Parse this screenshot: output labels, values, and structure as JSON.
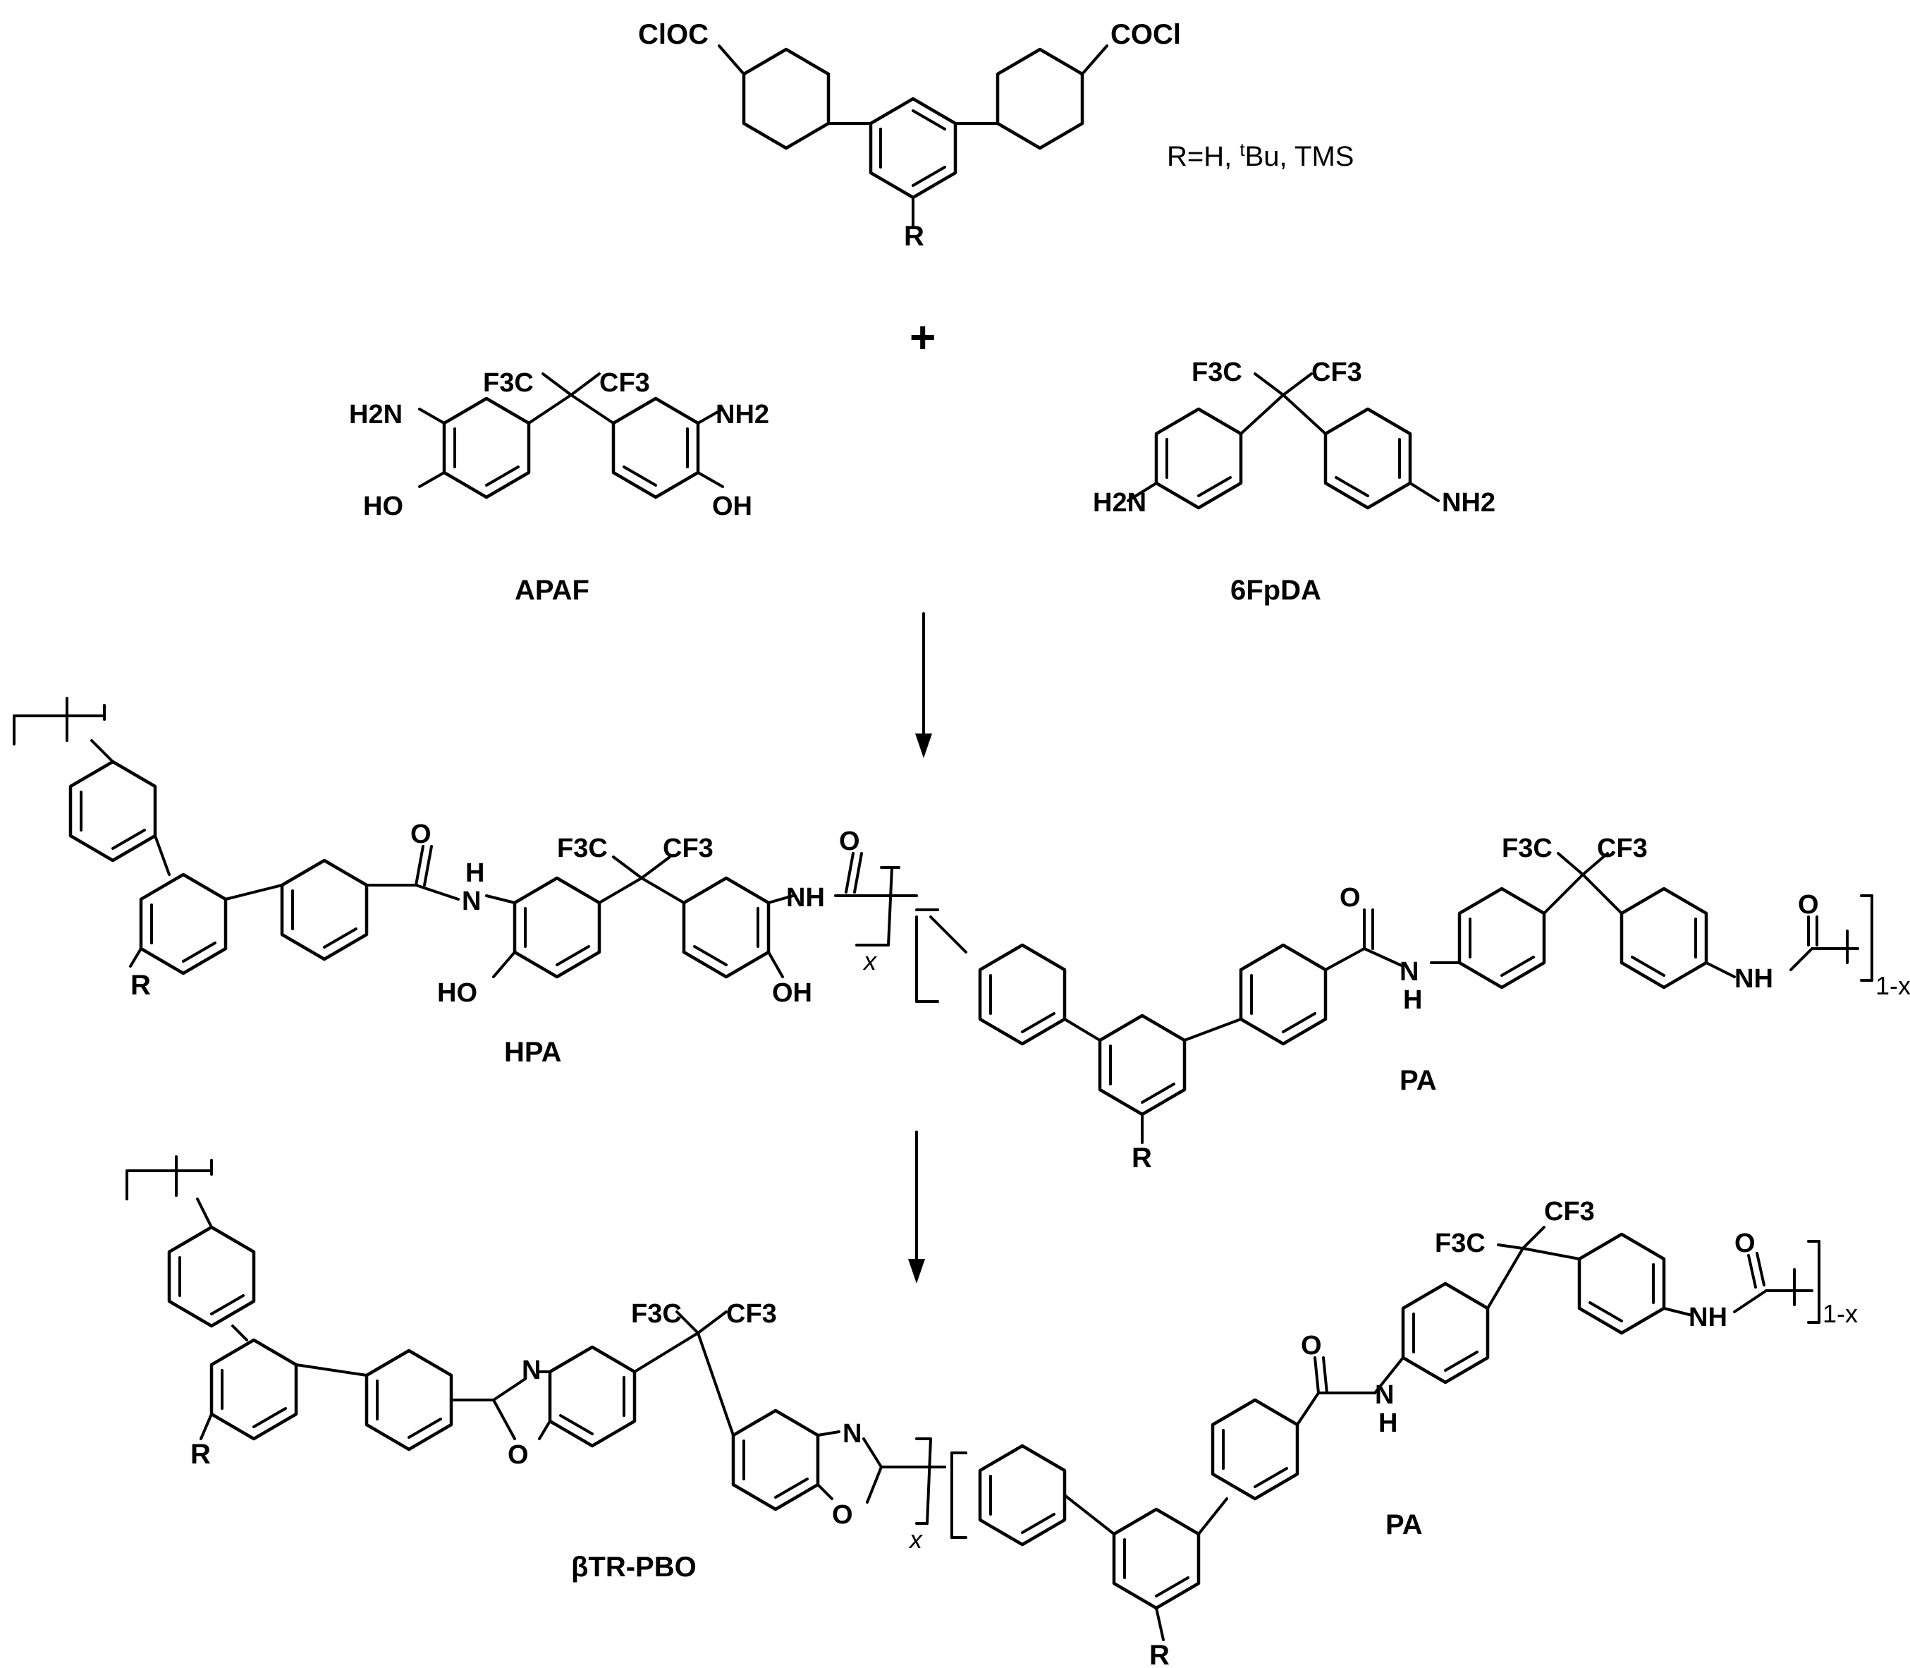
{
  "monomer": {
    "left_group": "ClOC",
    "right_group": "COCl",
    "substituent": "R",
    "r_def_prefix": "R=H, ",
    "r_def_sup": "t",
    "r_def_suffix": "Bu, TMS"
  },
  "plus": "+",
  "apaf": {
    "cf3_left": "F3C",
    "cf3_right": "CF3",
    "nh2_left": "H2N",
    "nh2_right": "NH2",
    "oh_left": "HO",
    "oh_right": "OH",
    "name": "APAF"
  },
  "sixfpda": {
    "cf3_left": "F3C",
    "cf3_right": "CF3",
    "nh2_left": "H2N",
    "nh2_right": "NH2",
    "name": "6FpDA"
  },
  "hpa_pa": {
    "r": "R",
    "o_1": "O",
    "h_1": "H",
    "n_1": "N",
    "cf3_left": "F3C",
    "cf3_right": "CF3",
    "nh_2": "NH",
    "o_2": "O",
    "oh_left": "HO",
    "oh_right": "OH",
    "sub_x": "x",
    "pa_cf3_left": "F3C",
    "pa_cf3_right": "CF3",
    "pa_o_1": "O",
    "pa_nh_1": "N",
    "pa_h_1": "H",
    "pa_o_2": "O",
    "pa_nh_2": "NH",
    "sub_1x": "1-x",
    "pa_r": "R",
    "name_hpa": "HPA",
    "name_pa": "PA"
  },
  "tr_pbo": {
    "r": "R",
    "n_1": "N",
    "o_ring_1": "O",
    "cf3_left": "F3C",
    "cf3_right": "CF3",
    "n_2": "N",
    "o_ring_2": "O",
    "sub_x": "x",
    "pa_cf3_left": "F3C",
    "pa_cf3_right": "CF3",
    "pa_o_1": "O",
    "pa_n_1": "N",
    "pa_h_1": "H",
    "pa_o_2": "O",
    "pa_nh_2": "NH",
    "sub_1x": "1-x",
    "pa_r": "R",
    "name_pbo": "βTR-PBO",
    "name_pa": "PA"
  }
}
